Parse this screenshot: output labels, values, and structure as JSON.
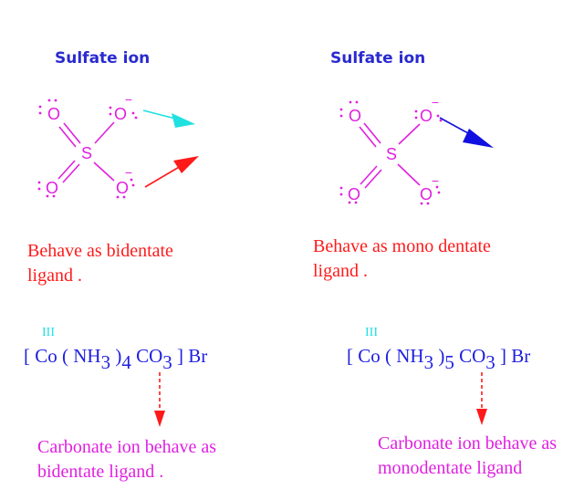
{
  "left": {
    "title": "Sulfate ion",
    "behavior": [
      "Behave as bidentate",
      "ligand ."
    ],
    "oxidation_state": "III",
    "formula": {
      "open": "[ Co ( NH",
      "sub1": "3",
      "mid": " )",
      "sub2": "4",
      "co": " CO",
      "sub3": "3",
      "close": " ] Br"
    },
    "note": [
      "Carbonate ion behave as",
      "bidentate ligand ."
    ]
  },
  "right": {
    "title": "Sulfate ion",
    "behavior": [
      "Behave as mono dentate",
      "ligand ."
    ],
    "oxidation_state": "III",
    "formula": {
      "open": "[ Co ( NH",
      "sub1": "3",
      "mid": " )",
      "sub2": "5",
      "co": " CO",
      "sub3": "3",
      "close": " ] Br"
    },
    "note": [
      "Carbonate ion behave as",
      "monodentate ligand"
    ]
  },
  "molecule": {
    "central_atom": "S",
    "oxygen_atom": "O",
    "charge": "−"
  },
  "colors": {
    "molecule": "#e020e0",
    "title": "#2a2ad0",
    "behavior_text": "#ff1a1a",
    "note_text": "#e020e0",
    "formula": "#2020e0",
    "oxidation_state": "#20e0e0",
    "arrow_cyan": "#20e0e0",
    "arrow_red": "#ff1a1a",
    "arrow_blue": "#1010e0",
    "dashed_arrow": "#ff1a1a"
  }
}
